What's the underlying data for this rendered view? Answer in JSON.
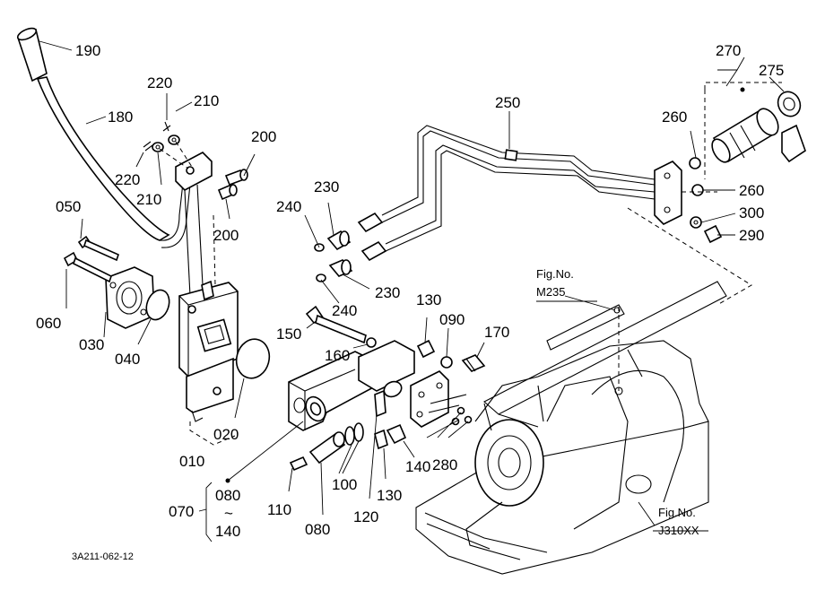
{
  "labels": {
    "p190": "190",
    "p180": "180",
    "p220a": "220",
    "p210a": "210",
    "p220b": "220",
    "p210b": "210",
    "p200a": "200",
    "p200b": "200",
    "p050": "050",
    "p060": "060",
    "p030": "030",
    "p040": "040",
    "p010": "010",
    "p020": "020",
    "p240a": "240",
    "p230a": "230",
    "p230b": "230",
    "p240b": "240",
    "p250": "250",
    "p270": "270",
    "p275": "275",
    "p260a": "260",
    "p260b": "260",
    "p300": "300",
    "p290": "290",
    "p150": "150",
    "p160": "160",
    "p130a": "130",
    "p090": "090",
    "p170": "170",
    "p070": "070",
    "p080a": "080",
    "tilde": "~",
    "p140a": "140",
    "p110": "110",
    "p080b": "080",
    "p100": "100",
    "p120": "120",
    "p130b": "130",
    "p140b": "140",
    "p280": "280"
  },
  "references": {
    "fig_m235_title": "Fig.No.",
    "fig_m235_code": "M235",
    "fig_j310_title": "Fig.No.",
    "fig_j310_code": "J310XX"
  },
  "drawing_code": "3A211-062-12"
}
